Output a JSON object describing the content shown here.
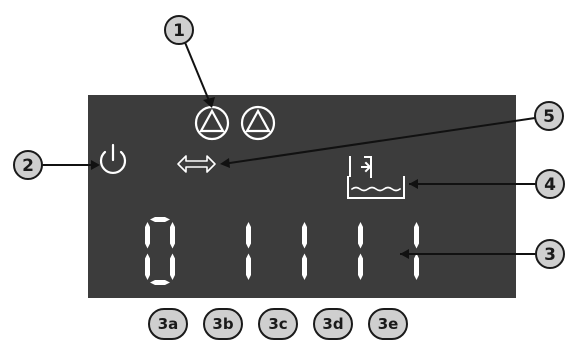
{
  "display": {
    "digits": [
      "0",
      "1",
      "1",
      "1",
      "1"
    ]
  },
  "callouts": [
    {
      "id": "1",
      "label": "1"
    },
    {
      "id": "2",
      "label": "2"
    },
    {
      "id": "3",
      "label": "3"
    },
    {
      "id": "4",
      "label": "4"
    },
    {
      "id": "5",
      "label": "5"
    },
    {
      "id": "3a",
      "label": "3a"
    },
    {
      "id": "3b",
      "label": "3b"
    },
    {
      "id": "3c",
      "label": "3c"
    },
    {
      "id": "3d",
      "label": "3d"
    },
    {
      "id": "3e",
      "label": "3e"
    }
  ],
  "icons": {
    "pump_1": "pump-icon",
    "pump_2": "pump-icon",
    "power": "power-icon",
    "communication": "bidirectional-arrow-icon",
    "tank": "tank-fill-icon"
  },
  "colors": {
    "panel": "#3c3c3c",
    "segment": "#ffffff",
    "callout_fill": "#cfcfcf",
    "callout_border": "#1a1a1a",
    "leader": "#111111"
  }
}
